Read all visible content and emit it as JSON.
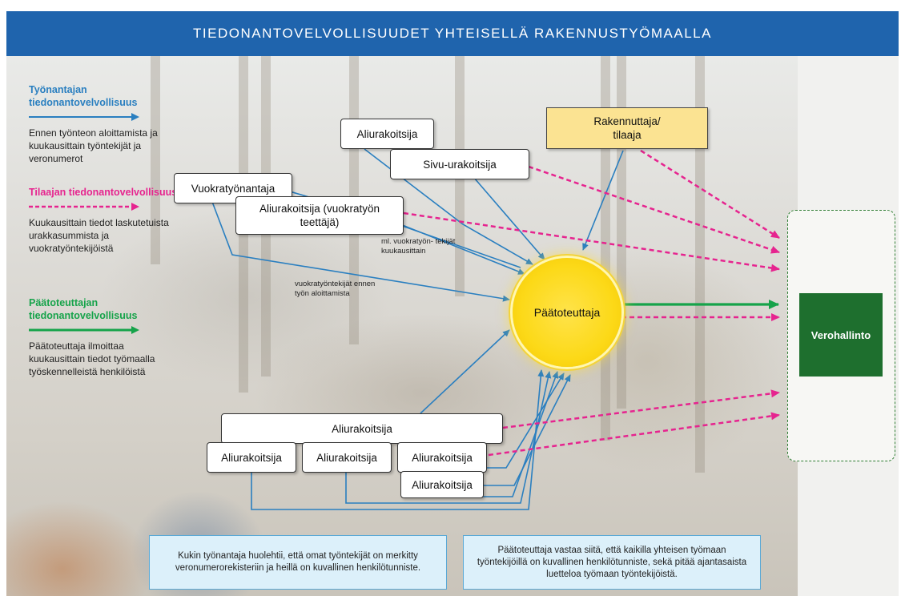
{
  "header": {
    "title": "TIEDONANTOVELVOLLISUUDET YHTEISELLÄ RAKENNUSTYÖMAALLA"
  },
  "colors": {
    "employer": "#2a7fc0",
    "client": "#e6248f",
    "main": "#16a34a",
    "header": "#1f64ad",
    "tax": "#1e6f2e"
  },
  "legend": [
    {
      "title": "Työnantajan tiedonantovelvollisuus",
      "style": "solid-blue",
      "desc": "Ennen työnteon aloittamista ja kuukausittain työntekijät ja veronumerot"
    },
    {
      "title": "Tilaajan tiedonantovelvollisuus",
      "style": "dashed-pink",
      "desc": "Kuukausittain tiedot laskutetuista urakkasummista ja vuokratyöntekijöistä"
    },
    {
      "title": "Päätoteuttajan tiedonantovelvollisuus",
      "style": "solid-green",
      "desc": "Päätoteuttaja ilmoittaa kuukausittain tiedot työmaalla työskennelleistä henkilöistä"
    }
  ],
  "nodes": {
    "rakennuttaja": "Rakennuttaja/ tilaaja",
    "aliurakoitsija_top": "Aliurakoitsija",
    "sivu_urakoitsija": "Sivu-urakoitsija",
    "vuokratyonantaja": "Vuokratyönantaja",
    "aliurakoitsija_vuokra": "Aliurakoitsija (vuokratyön teettäjä)",
    "paatoteuttaja": "Päätoteuttaja",
    "verohallinto": "Verohallinto",
    "aliurakoitsija_wide": "Aliurakoitsija",
    "ali_1": "Aliurakoitsija",
    "ali_2": "Aliurakoitsija",
    "ali_3": "Aliurakoitsija",
    "ali_4": "Aliurakoitsija"
  },
  "annotations": {
    "ml_vuokra": "ml. vuokratyön- tekijät kuukausittain",
    "vuokra_ennen": "vuokratyöntekijät ennen työn aloittamista"
  },
  "notes": {
    "left": "Kukin työnantaja huolehtii, että omat työntekijät on merkitty veronumerorekisteriin ja heillä on kuvallinen henkilötunniste.",
    "right": "Päätoteuttaja vastaa siitä, että kaikilla yhteisen työmaan työntekijöillä on kuvallinen henkilötunniste, sekä pitää ajantasaista luetteloa työmaan työntekijöistä."
  }
}
